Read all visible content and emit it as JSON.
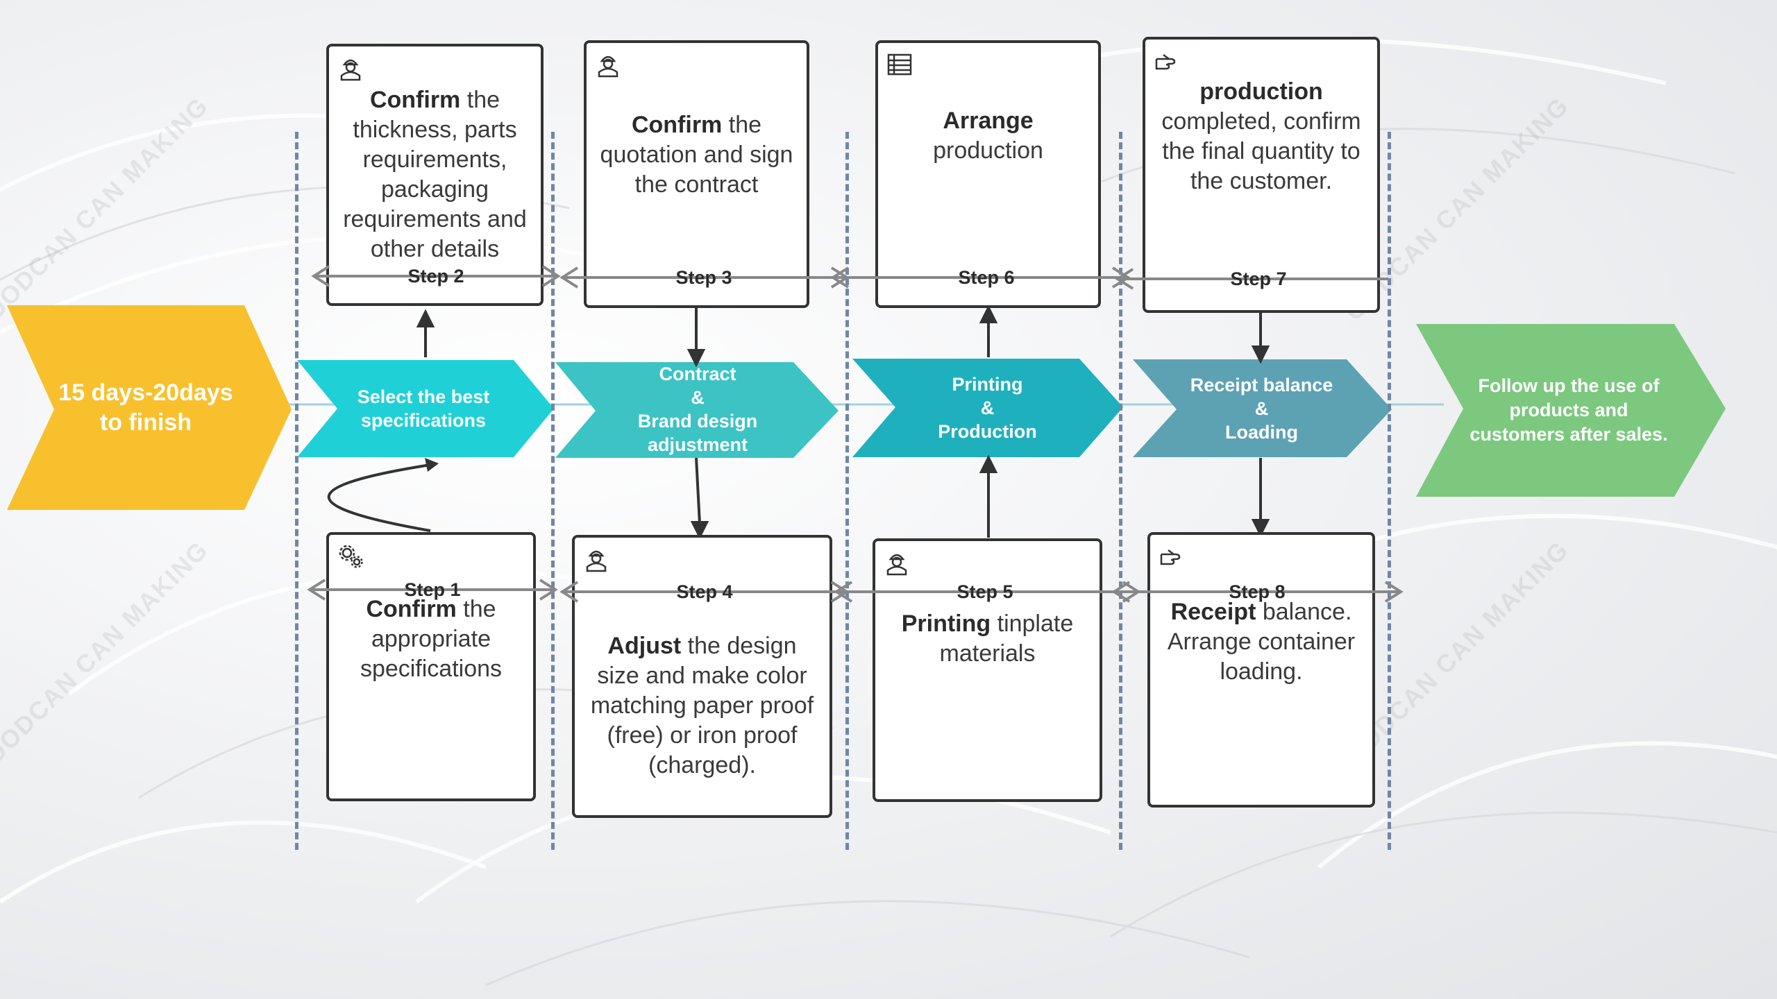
{
  "colors": {
    "start": "#f9c02e",
    "chevron_1": "#1fd1d6",
    "chevron_2": "#3cc3c4",
    "chevron_3": "#1fb0be",
    "chevron_4": "#5da2b3",
    "end": "#7cc87f",
    "divider": "#6f86a8",
    "connector": "#888888",
    "arrow": "#333333"
  },
  "start_chevron": {
    "text": "15 days-20days\nto finish"
  },
  "process": [
    {
      "text": "Select the best\nspecifications"
    },
    {
      "text": "Contract\n&\nBrand design\nadjustment"
    },
    {
      "text": "Printing\n&\nProduction"
    },
    {
      "text": "Receipt balance\n&\nLoading"
    }
  ],
  "end_chevron": {
    "text": "Follow up the use of\nproducts and\ncustomers after sales."
  },
  "watermark": "OODCAN CAN MAKING",
  "steps": {
    "step1": {
      "label": "Step 1",
      "icon": "gear-icon",
      "bold": "Confirm",
      "rest": " the appropriate specifications"
    },
    "step2": {
      "label": "Step 2",
      "icon": "worker-icon",
      "bold": "Confirm",
      "rest": " the thickness, parts requirements, packaging requirements and other details"
    },
    "step3": {
      "label": "Step 3",
      "icon": "worker-icon",
      "bold": "Confirm",
      "rest": " the quotation and sign the contract"
    },
    "step4": {
      "label": "Step 4",
      "icon": "worker-icon",
      "bold": "Adjust",
      "rest": " the design size and make color matching paper proof (free) or iron proof (charged)."
    },
    "step5": {
      "label": "Step 5",
      "icon": "worker-icon",
      "bold": "Printing",
      "rest": " tinplate materials"
    },
    "step6": {
      "label": "Step 6",
      "icon": "list-icon",
      "bold": "Arrange",
      "rest": " production"
    },
    "step7": {
      "label": "Step 7",
      "icon": "pointing-hand-icon",
      "bold": "production",
      "rest": " completed, confirm the final quantity to the customer."
    },
    "step8": {
      "label": "Step 8",
      "icon": "pointing-hand-icon",
      "bold": "Receipt",
      "rest": " balance. Arrange container loading."
    }
  }
}
